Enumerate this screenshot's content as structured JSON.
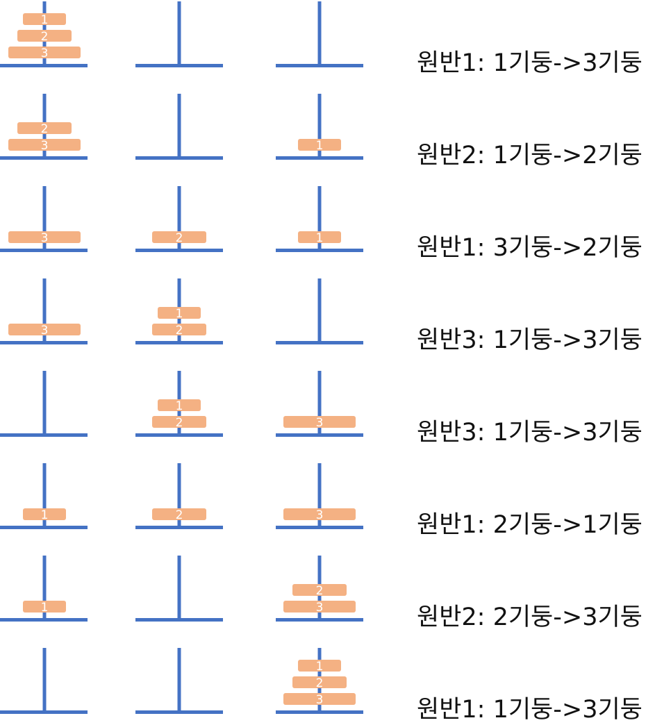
{
  "colors": {
    "peg": "#4472C4",
    "disk": "#F4B183",
    "disk_label": "#ffffff",
    "caption": "#111111"
  },
  "steps": [
    {
      "caption": "원반1: 1기둥->3기둥",
      "pegs": [
        [
          3,
          2,
          1
        ],
        [],
        []
      ]
    },
    {
      "caption": "원반2: 1기둥->2기둥",
      "pegs": [
        [
          3,
          2
        ],
        [],
        [
          1
        ]
      ]
    },
    {
      "caption": "원반1: 3기둥->2기둥",
      "pegs": [
        [
          3
        ],
        [
          2
        ],
        [
          1
        ]
      ]
    },
    {
      "caption": "원반3: 1기둥->3기둥",
      "pegs": [
        [
          3
        ],
        [
          2,
          1
        ],
        []
      ]
    },
    {
      "caption": "원반3: 1기둥->3기둥",
      "pegs": [
        [],
        [
          2,
          1
        ],
        [
          3
        ]
      ]
    },
    {
      "caption": "원반1: 2기둥->1기둥",
      "pegs": [
        [
          1
        ],
        [
          2
        ],
        [
          3
        ]
      ]
    },
    {
      "caption": "원반2: 2기둥->3기둥",
      "pegs": [
        [
          1
        ],
        [],
        [
          3,
          2
        ]
      ]
    },
    {
      "caption": "원반1: 1기둥->3기둥",
      "pegs": [
        [],
        [],
        [
          3,
          2,
          1
        ]
      ]
    }
  ]
}
